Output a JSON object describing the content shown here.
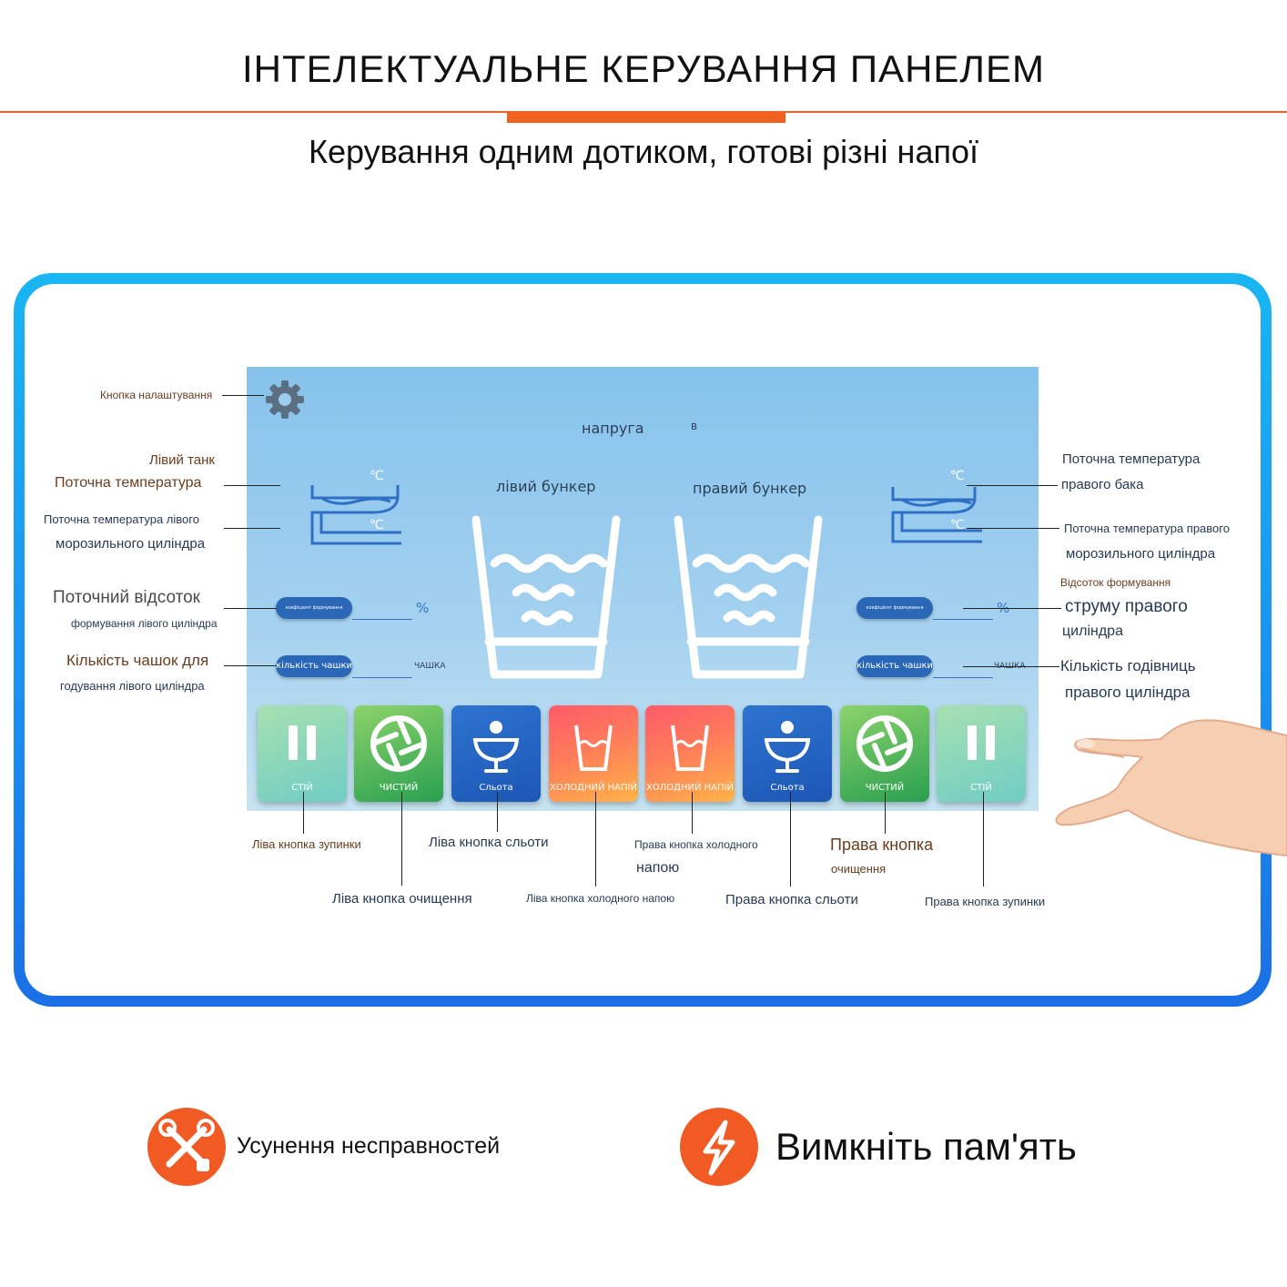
{
  "header": {
    "title": "ІНТЕЛЕКТУАЛЬНЕ КЕРУВАННЯ ПАНЕЛЕМ",
    "subtitle": "Керування одним дотиком, готові різні напої"
  },
  "screen": {
    "voltage_label": "напруга",
    "voltage_unit": "в",
    "left_hopper": "лівий бункер",
    "right_hopper": "правий бункер",
    "temp_unit": "℃",
    "ratio_pill": "коефіцієнт формування",
    "percent": "%",
    "cups_pill": "кількість чашки",
    "cups_unit": "ЧАШКА",
    "tiles": [
      {
        "label": "СТІЙ",
        "icon": "pause-icon"
      },
      {
        "label": "ЧИСТИЙ",
        "icon": "aperture-icon"
      },
      {
        "label": "Сльота",
        "icon": "slush-glass-icon"
      },
      {
        "label": "ХОЛОДНИЙ НАПІЙ",
        "icon": "cold-drink-icon"
      },
      {
        "label": "ХОЛОДНИЙ НАПІЙ",
        "icon": "cold-drink-icon"
      },
      {
        "label": "Сльота",
        "icon": "slush-glass-icon"
      },
      {
        "label": "ЧИСТИЙ",
        "icon": "aperture-icon"
      },
      {
        "label": "СТІЙ",
        "icon": "pause-icon"
      }
    ]
  },
  "annotations": {
    "settings": "Кнопка налаштування",
    "left_tank_1": "Лівий танк",
    "left_tank_2": "Поточна температура",
    "left_freeze_1": "Поточна температура лівого",
    "left_freeze_2": "морозильного циліндра",
    "left_ratio_1": "Поточний відсоток",
    "left_ratio_2": "формування лівого циліндра",
    "left_cups_1": "Кількість чашок для",
    "left_cups_2": "годування лівого циліндра",
    "right_tank_1": "Поточна температура",
    "right_tank_2": "правого бака",
    "right_freeze_1": "Поточна температура правого",
    "right_freeze_2": "морозильного циліндра",
    "right_ratio_1": "Відсоток формування",
    "right_ratio_2": "струму правого",
    "right_ratio_3": "циліндра",
    "right_cups_1": "Кількість годівниць",
    "right_cups_2": "правого циліндра",
    "left_stop": "Ліва кнопка зупинки",
    "left_clean": "Ліва кнопка очищення",
    "left_slush": "Ліва кнопка сльоти",
    "left_cold": "Ліва кнопка холодного напою",
    "right_cold_1": "Права кнопка холодного",
    "right_cold_2": "напою",
    "right_slush": "Права кнопка сльоти",
    "right_clean_1": "Права кнопка",
    "right_clean_2": "очищення",
    "right_stop": "Права кнопка зупинки"
  },
  "features": {
    "troubleshoot": {
      "label": "Усунення несправностей",
      "icon": "tools-icon"
    },
    "memory": {
      "label": "Вимкніть пам'ять",
      "icon": "lightning-icon"
    }
  },
  "colors": {
    "accent": "#f15a22",
    "frame": "#1a8ef0"
  }
}
